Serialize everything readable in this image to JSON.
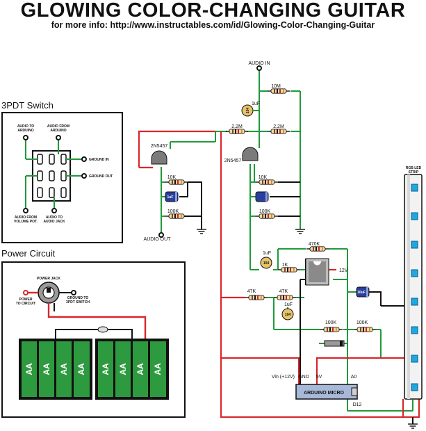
{
  "header": {
    "title": "GLOWING COLOR-CHANGING GUITAR",
    "subtitle": "for more info: http://www.instructables.com/id/Glowing-Color-Changing-Guitar"
  },
  "switch_panel": {
    "title": "3PDT Switch",
    "audio_to_arduino": [
      "AUDIO TO",
      "ARDUINO"
    ],
    "audio_from_arduino": [
      "AUDIO FROM",
      "ARDUINO"
    ],
    "ground_in": "GROUND IN",
    "ground_out": "GROUND OUT",
    "audio_from_volume": [
      "AUDIO FROM",
      "VOLUME POT."
    ],
    "audio_to_jack": [
      "AUDIO TO",
      "AUDIO JACK"
    ]
  },
  "power_panel": {
    "title": "Power Circuit",
    "power_jack": "POWER JACK",
    "power_to_circuit": [
      "POWER",
      "TO CIRCUIT"
    ],
    "ground_to_switch": [
      "GROUND TO",
      "3PDT SWITCH"
    ],
    "battery_label": "AA"
  },
  "circuit": {
    "audio_in": "AUDIO IN",
    "audio_out": "AUDIO OUT",
    "r_10m": "10M",
    "c_1uf_top": "1uF",
    "c_104": "104",
    "r_2_2m_left": "2.2M",
    "r_2_2m_right": "2.2M",
    "q1": "2N5457",
    "q2": "2N5457",
    "r_10k_left": "10K",
    "r_100k_left": "100K",
    "c_1uf_elec_left": "1uF",
    "r_10k_right": "10K",
    "r_100k_right": "100K",
    "c_1uf_mid": "1uF",
    "c_104_mid": "104",
    "r_470k": "470K",
    "r_1k": "1K",
    "v_12v": "12V",
    "r_47k_a": "47K",
    "r_47k_b": "47K",
    "c_1uf_low": "1uF",
    "c_104_low": "104",
    "c_10uf": "10uF",
    "r_100k_a": "100K",
    "r_100k_b": "100K",
    "vin": "Vin (+12V)",
    "gnd": "GND",
    "five_v": "5V",
    "a0": "A0",
    "arduino": "ARDUINO MICRO",
    "d12": "D12",
    "led_strip": [
      "RGB LED",
      "STRIP"
    ]
  },
  "colors": {
    "wire_green": "#1f9a3a",
    "wire_red": "#d8272a",
    "wire_black": "#111111",
    "battery_green": "#2e9a3f",
    "led_blue": "#1ea7e0",
    "arduino_blue": "#a8b8d8",
    "cap_blue": "#2a3f9a",
    "ceramic_cap": "#e7c46b",
    "resistor_body": "#f2d9a8"
  }
}
